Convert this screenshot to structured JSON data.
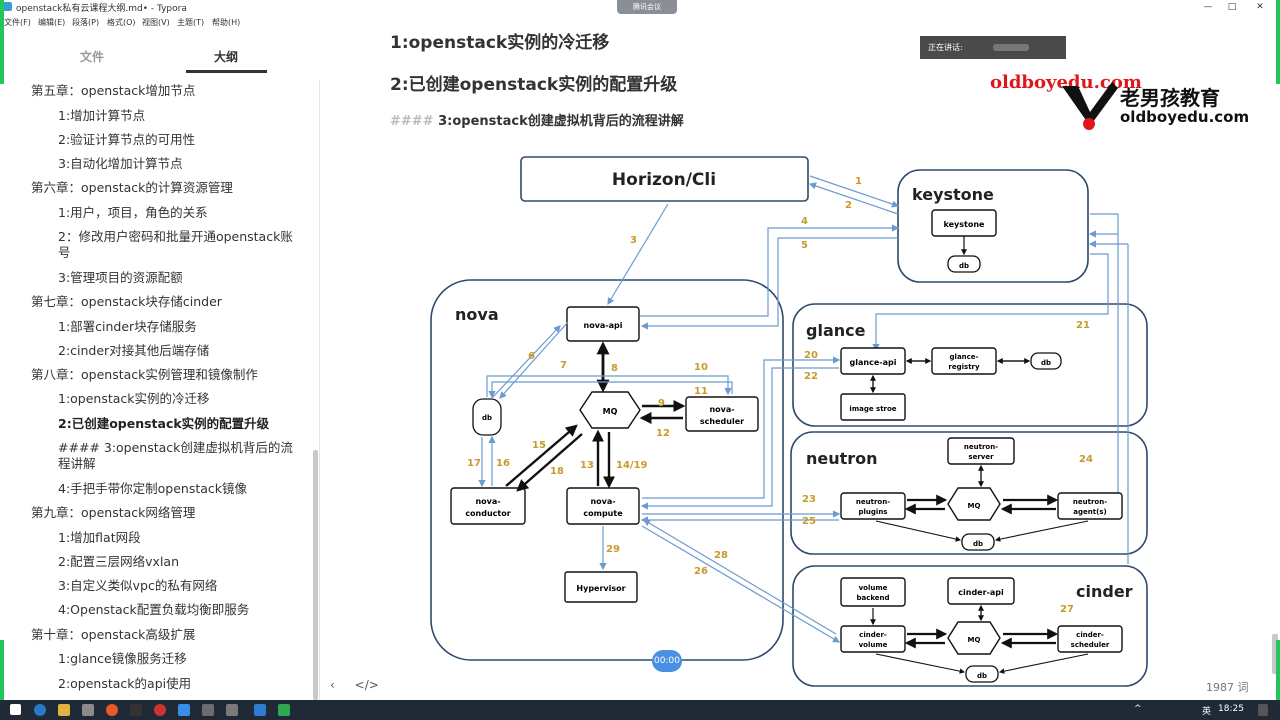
{
  "window": {
    "title": "openstack私有云课程大纲.md• - Typora",
    "meeting_tag": "腾讯会议",
    "controls": [
      "—",
      "□",
      "✕"
    ]
  },
  "menu": [
    "文件(F)",
    "编辑(E)",
    "段落(P)",
    "格式(O)",
    "视图(V)",
    "主题(T)",
    "帮助(H)"
  ],
  "sidebar": {
    "tabs": [
      "文件",
      "大纲"
    ],
    "items": [
      {
        "label": "第五章：openstack增加节点",
        "level": 1
      },
      {
        "label": "1:增加计算节点",
        "level": 2
      },
      {
        "label": "2:验证计算节点的可用性",
        "level": 2
      },
      {
        "label": "3:自动化增加计算节点",
        "level": 2
      },
      {
        "label": "第六章：openstack的计算资源管理",
        "level": 1
      },
      {
        "label": "1:用户，项目，角色的关系",
        "level": 2
      },
      {
        "label": "2：修改用户密码和批量开通openstack账号",
        "level": 2
      },
      {
        "label": "3:管理项目的资源配额",
        "level": 2
      },
      {
        "label": "第七章：openstack块存储cinder",
        "level": 1
      },
      {
        "label": "1:部署cinder块存储服务",
        "level": 2
      },
      {
        "label": "2:cinder对接其他后端存储",
        "level": 2
      },
      {
        "label": "第八章：openstack实例管理和镜像制作",
        "level": 1
      },
      {
        "label": "1:openstack实例的冷迁移",
        "level": 2
      },
      {
        "label": "2:已创建openstack实例的配置升级",
        "level": 2
      },
      {
        "label": "#### 3:openstack创建虚拟机背后的流程讲解",
        "level": 2
      },
      {
        "label": "4:手把手带你定制openstack镜像",
        "level": 2
      },
      {
        "label": "第九章：openstack网络管理",
        "level": 1
      },
      {
        "label": "1:增加flat网段",
        "level": 2
      },
      {
        "label": "2:配置三层网络vxlan",
        "level": 2
      },
      {
        "label": "3:自定义类似vpc的私有网络",
        "level": 2
      },
      {
        "label": "4:Openstack配置负载均衡即服务",
        "level": 2
      },
      {
        "label": "第十章：openstack高级扩展",
        "level": 1
      },
      {
        "label": "1:glance镜像服务迁移",
        "level": 2
      },
      {
        "label": "2:openstack的api使用",
        "level": 2
      }
    ]
  },
  "doc": {
    "heading1": "1:openstack实例的冷迁移",
    "heading2": "2:已创建openstack实例的配置升级",
    "heading3_hash": "####",
    "heading3_text": "3:openstack创建虚拟机背后的流程讲解",
    "speaker_label": "正在讲话:",
    "logo_url_red": "oldboyedu.com",
    "logo_cn": "老男孩教育",
    "logo_url": "oldboyedu.com"
  },
  "diagram": {
    "horizon": "Horizon/Cli",
    "keystone_title": "keystone",
    "keystone_inner": "keystone",
    "db": "db",
    "nova_title": "nova",
    "nova_api": "nova-api",
    "mq": "MQ",
    "nova_scheduler": [
      "nova-",
      "scheduler"
    ],
    "nova_conductor": [
      "nova-",
      "conductor"
    ],
    "nova_compute": [
      "nova-",
      "compute"
    ],
    "hypervisor": "Hypervisor",
    "glance_title": "glance",
    "glance_api": "glance-api",
    "glance_registry": [
      "glance-",
      "registry"
    ],
    "image_store": "image stroe",
    "neutron_title": "neutron",
    "neutron_server": [
      "neutron-",
      "server"
    ],
    "neutron_plugins": [
      "neutron-",
      "plugins"
    ],
    "neutron_agent": [
      "neutron-",
      "agent(s)"
    ],
    "cinder_title": "cinder",
    "volume_backend": [
      "volume",
      "backend"
    ],
    "cinder_api": "cinder-api",
    "cinder_volume": [
      "cinder-",
      "volume"
    ],
    "cinder_scheduler": [
      "cinder-",
      "scheduler"
    ],
    "steps": [
      "1",
      "2",
      "3",
      "4",
      "5",
      "6",
      "7",
      "8",
      "9",
      "10",
      "11",
      "12",
      "13",
      "14/19",
      "15",
      "16",
      "17",
      "18",
      "20",
      "21",
      "22",
      "23",
      "24",
      "25",
      "26",
      "27",
      "28",
      "29"
    ]
  },
  "footer": {
    "nav": [
      "‹",
      "</>"
    ],
    "word_count": "1987 词",
    "timer": "00:00"
  },
  "taskbar": {
    "lang": "英",
    "time": "18:25"
  }
}
